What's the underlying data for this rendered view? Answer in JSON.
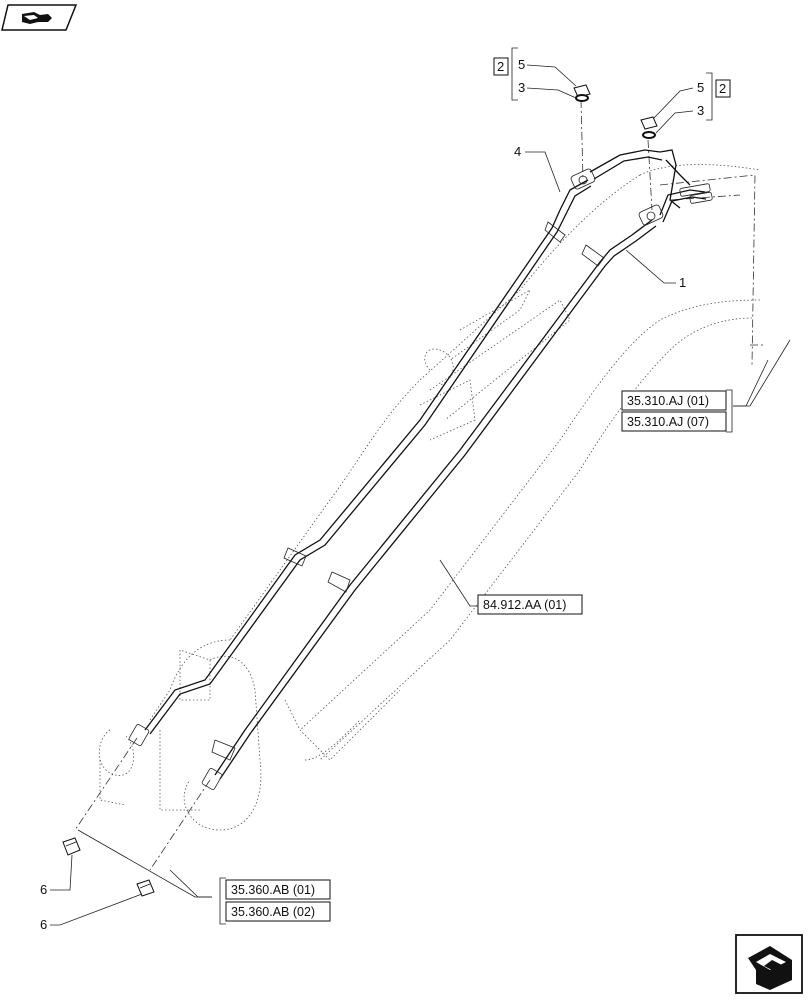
{
  "callouts": {
    "item_1": "1",
    "item_2_top": "2",
    "item_2_right": "2",
    "item_3_top": "3",
    "item_3_right": "3",
    "item_4": "4",
    "item_5_top": "5",
    "item_5_right": "5",
    "item_6_upper": "6",
    "item_6_lower": "6"
  },
  "references": {
    "ref_35310_01": "35.310.AJ (01)",
    "ref_35310_07": "35.310.AJ (07)",
    "ref_84912_01": "84.912.AA (01)",
    "ref_35360_01": "35.360.AB (01)",
    "ref_35360_02": "35.360.AB (02)"
  },
  "icons": {
    "top_left": "previous-page-icon",
    "bottom_right": "next-page-icon"
  }
}
